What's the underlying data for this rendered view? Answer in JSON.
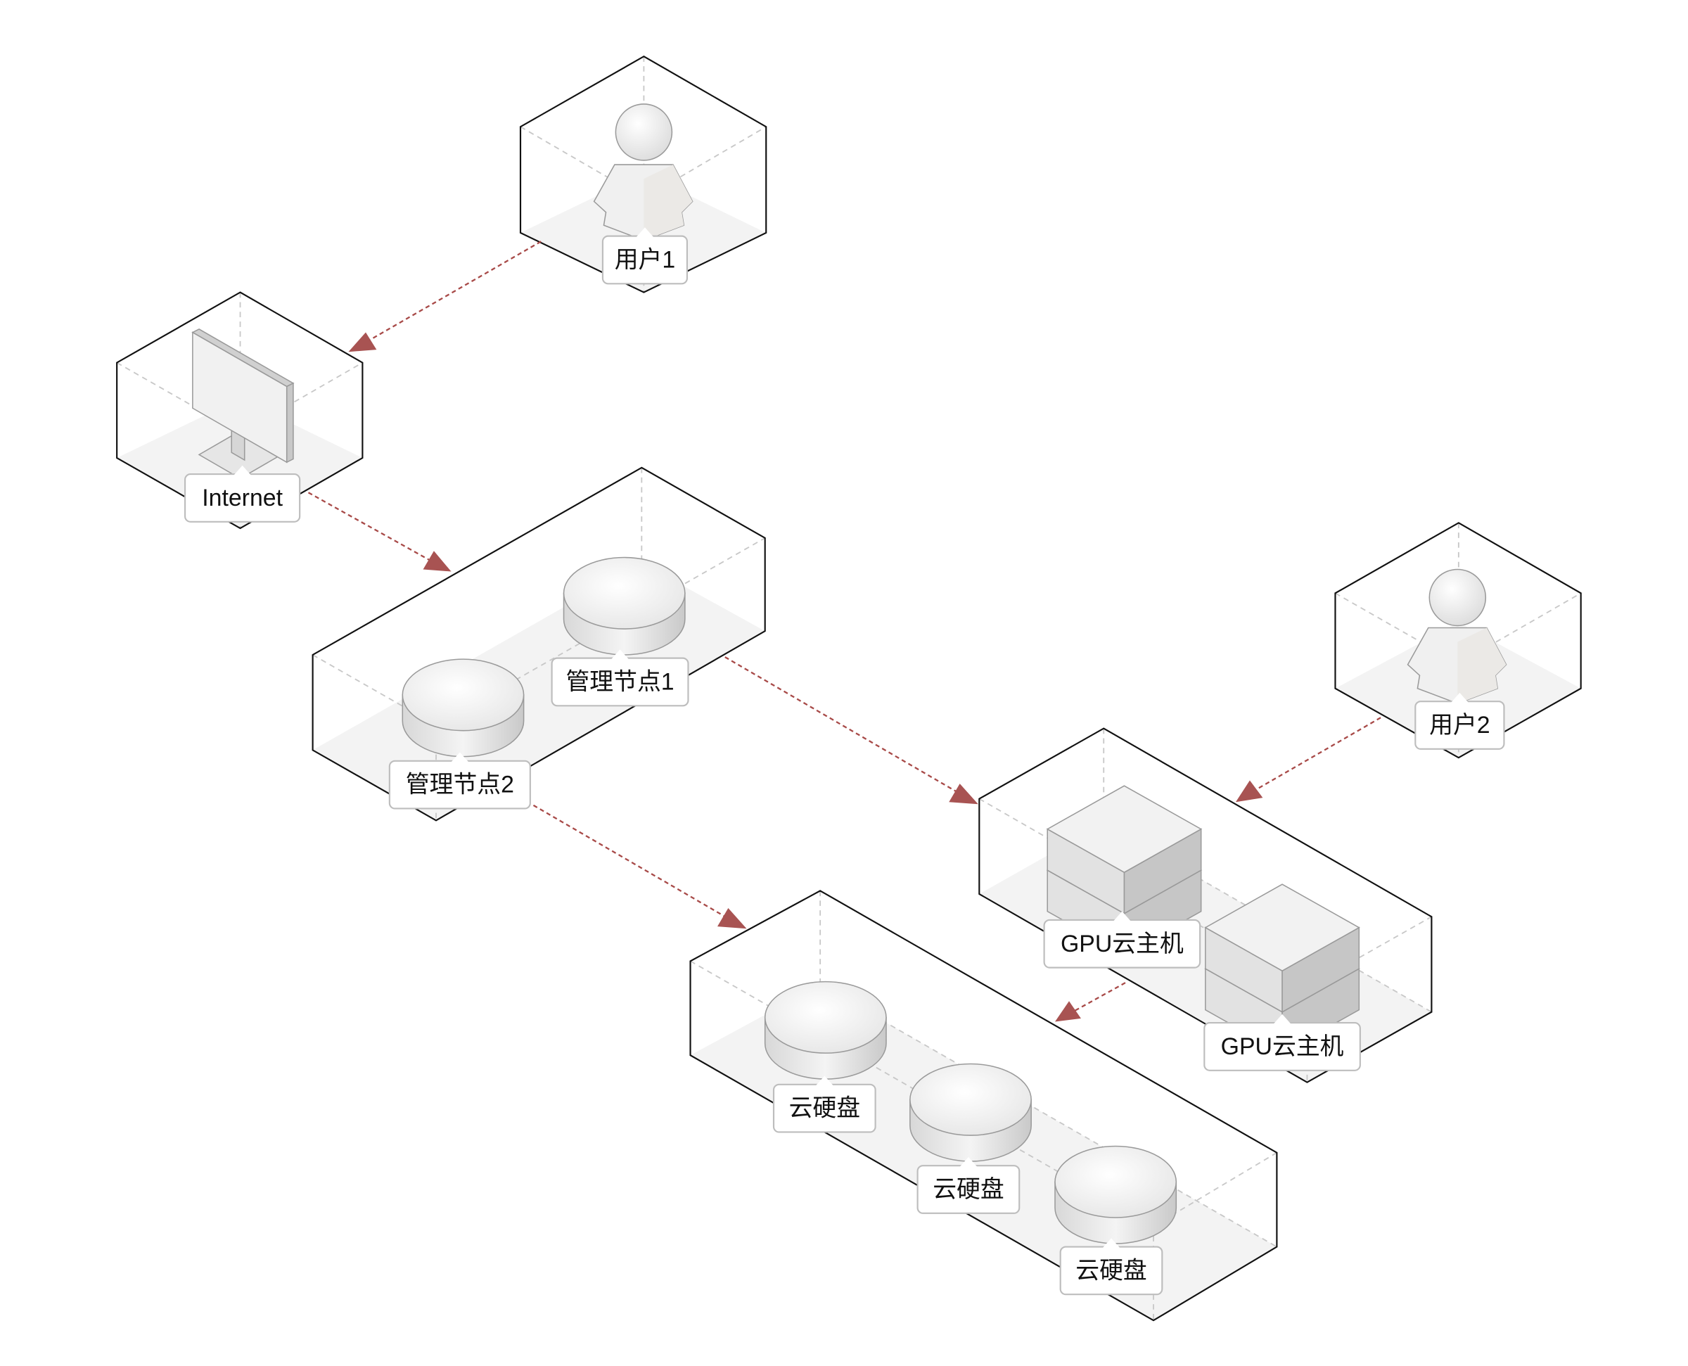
{
  "nodes": {
    "user1": "用户1",
    "internet": "Internet",
    "mgmt1": "管理节点1",
    "mgmt2": "管理节点2",
    "user2": "用户2",
    "gpu1": "GPU云主机",
    "gpu2": "GPU云主机",
    "disk1": "云硬盘",
    "disk2": "云硬盘",
    "disk3": "云硬盘"
  },
  "colors": {
    "link": "#a84a48",
    "arrowhead": "#a85352"
  }
}
